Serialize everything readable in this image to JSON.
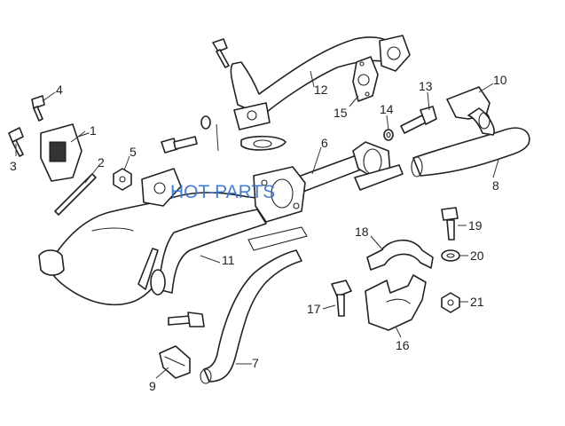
{
  "watermark": "HOT-PARTS",
  "callouts": {
    "c1": "1",
    "c2": "2",
    "c3": "3",
    "c4": "4",
    "c5": "5",
    "c6": "6",
    "c7": "7",
    "c8": "8",
    "c9": "9",
    "c10": "10",
    "c11": "11",
    "c12": "12",
    "c13": "13",
    "c14": "14",
    "c15": "15",
    "c16": "16",
    "c17": "17",
    "c18": "18",
    "c19": "19",
    "c20": "20",
    "c21": "21"
  },
  "colors": {
    "line": "#222222",
    "watermark": "#2f6fd6",
    "background": "#ffffff"
  }
}
